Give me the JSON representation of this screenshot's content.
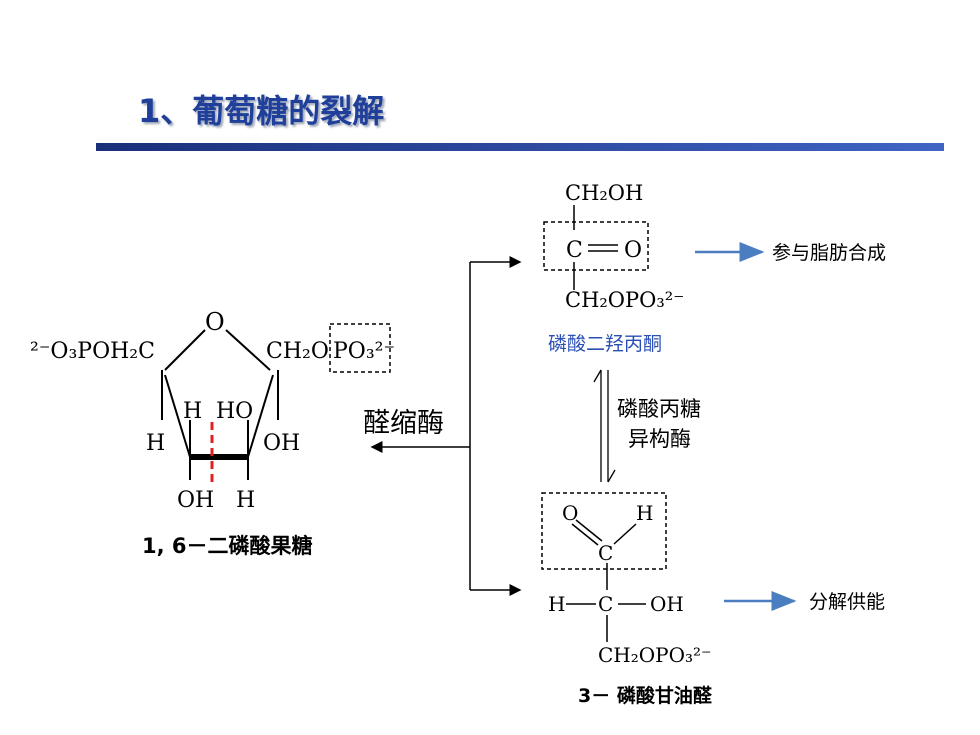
{
  "title": "1、葡萄糖的裂解",
  "fructose": {
    "left_group": "²⁻O₃POH₂C",
    "ring_o": "O",
    "right_group": "CH₂O",
    "po3": "PO₃²⁻",
    "h1": "H",
    "ho": "HO",
    "h_left": "H",
    "oh_right": "OH",
    "oh_bottom": "OH",
    "h_bottom": "H",
    "name": "1, 6－二磷酸果糖"
  },
  "aldolase": "醛缩酶",
  "dhap": {
    "ch2oh": "CH₂OH",
    "c": "C",
    "eq": "═",
    "o": "O",
    "ch2opo3": "CH₂OPO₃²⁻",
    "name": "磷酸二羟丙酮",
    "fate": "参与脂肪合成"
  },
  "isomerase": {
    "line1": "磷酸丙糖",
    "line2": "异构酶"
  },
  "g3p": {
    "o": "O",
    "h_top": "H",
    "c_top": "C",
    "h_left": "H",
    "c_mid": "C",
    "oh": "OH",
    "ch2opo3": "CH₂OPO₃²⁻",
    "name": "3－ 磷酸甘油醛",
    "fate": "分解供能"
  },
  "colors": {
    "title": "#1f3f9a",
    "rule": "#2a4aa8",
    "blue_arrow": "#4a7ec0",
    "dhap_name": "#2a4fb5",
    "cut": "#e02020"
  }
}
